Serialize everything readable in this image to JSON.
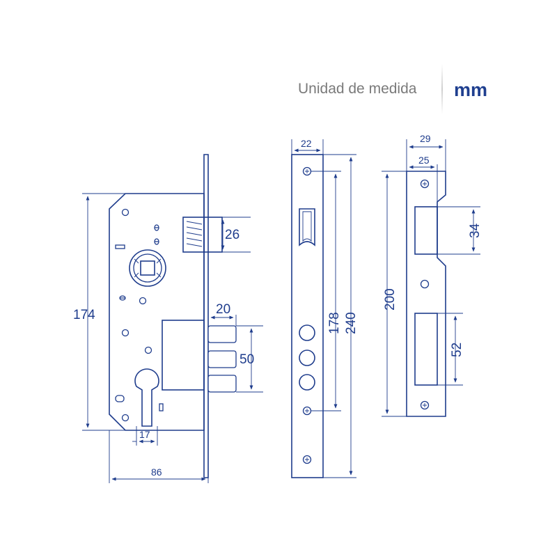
{
  "header": {
    "unit_label": "Unidad de medida",
    "unit_value": "mm"
  },
  "colors": {
    "line": "#1e3c8c",
    "unit_value": "#1f3f8f",
    "unit_label": "#7a7a7a"
  },
  "lock_body": {
    "height_dim": "174",
    "width_dim": "86",
    "latch_dim": "26",
    "bolt_width_dim": "20",
    "bolt_span_dim": "50",
    "cylinder_dim": "17"
  },
  "faceplate": {
    "width_dim": "22",
    "hole_span_dim": "178",
    "length_dim": "240"
  },
  "strike_plate": {
    "outer_width_dim": "29",
    "inner_width_dim": "25",
    "latch_slot_dim": "34",
    "hole_span_dim": "200",
    "bolt_slot_dim": "52"
  }
}
